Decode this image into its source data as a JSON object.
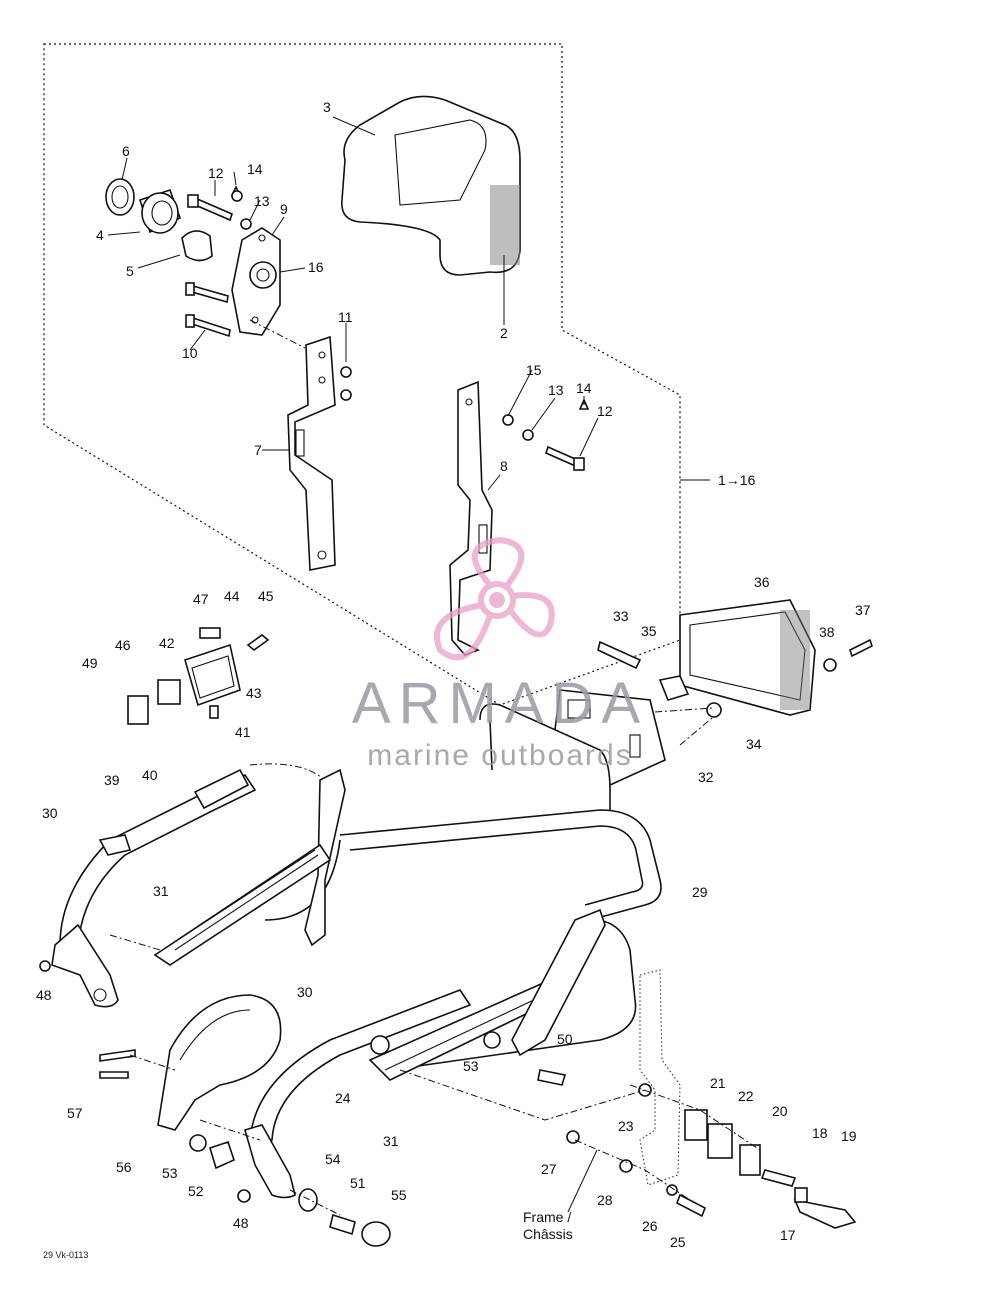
{
  "labels": [
    "1→16",
    "2",
    "3",
    "4",
    "5",
    "6",
    "7",
    "8",
    "9",
    "10",
    "11",
    "12",
    "12",
    "13",
    "13",
    "14",
    "14",
    "15",
    "16",
    "17",
    "18",
    "19",
    "20",
    "21",
    "22",
    "23",
    "24",
    "25",
    "26",
    "27",
    "28",
    "29",
    "30",
    "30",
    "31",
    "31",
    "32",
    "33",
    "34",
    "35",
    "36",
    "37",
    "38",
    "39",
    "40",
    "41",
    "42",
    "43",
    "44",
    "45",
    "46",
    "47",
    "48",
    "48",
    "49",
    "50",
    "51",
    "52",
    "53",
    "53",
    "54",
    "55",
    "56",
    "57"
  ],
  "frame_label": {
    "line1": "Frame /",
    "line2": "Châssis"
  },
  "drawing_code": "29 Vk-0113",
  "watermark": {
    "brand": "ARMADA",
    "tagline": "marine outboards",
    "brand_color": "#e8a0c8"
  }
}
